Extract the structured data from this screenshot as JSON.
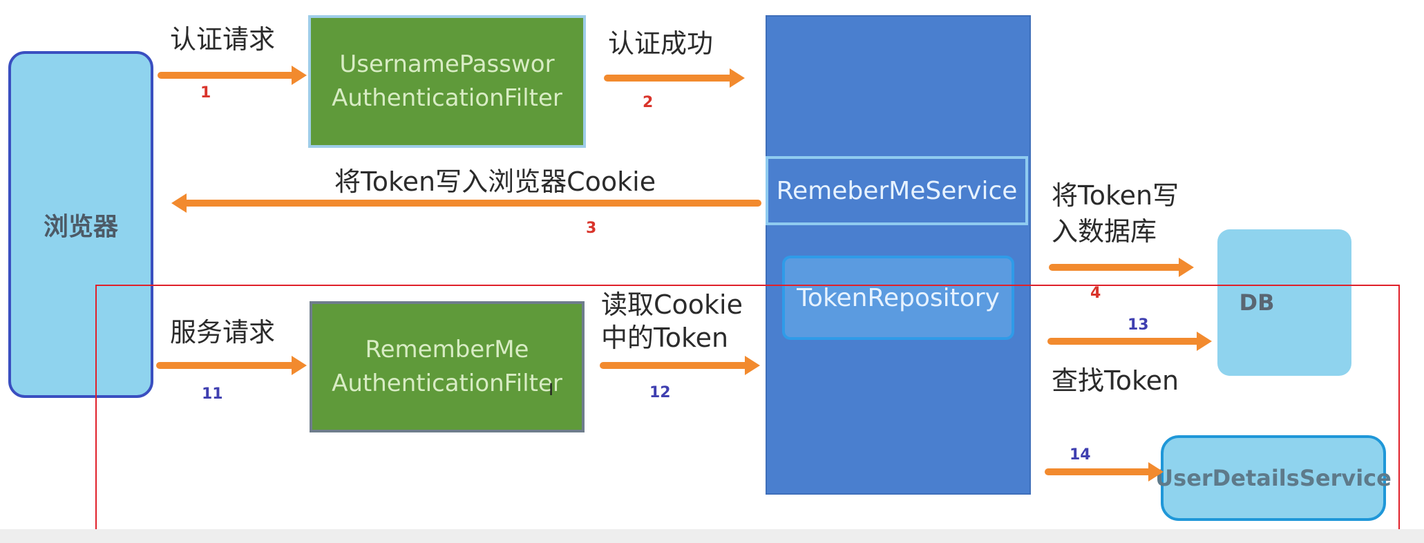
{
  "browser": {
    "label": "浏览器"
  },
  "filters": {
    "username": {
      "line1": "UsernamePasswor",
      "line2": "AuthenticationFilter"
    },
    "rememberme": {
      "line1": "RememberMe",
      "line2": "AuthenticationFilter"
    }
  },
  "service_column": {
    "remember_service": "RemeberMeService",
    "token_repository": "TokenRepository"
  },
  "db": {
    "label": "DB"
  },
  "user_details_service": {
    "label": "UserDetailsService"
  },
  "edges": {
    "auth_request": {
      "label": "认证请求",
      "step": "1"
    },
    "auth_success": {
      "label": "认证成功",
      "step": "2"
    },
    "write_cookie": {
      "label": "将Token写入浏览器Cookie",
      "step": "3"
    },
    "write_db": {
      "line1": "将Token写",
      "line2": "入数据库",
      "step": "4"
    },
    "service_request": {
      "label": "服务请求",
      "step": "11"
    },
    "read_cookie": {
      "line1": "读取Cookie",
      "line2": "中的Token",
      "step": "12"
    },
    "find_token": {
      "label": "查找Token",
      "step": "13"
    },
    "to_user_details": {
      "step": "14"
    }
  },
  "colors": {
    "arrow": "#f28a2e",
    "green_box": "#5f9a3a",
    "blue_column": "#4a7fcf",
    "light_blue": "#8fd3ee",
    "highlight_frame": "#e0202a"
  }
}
